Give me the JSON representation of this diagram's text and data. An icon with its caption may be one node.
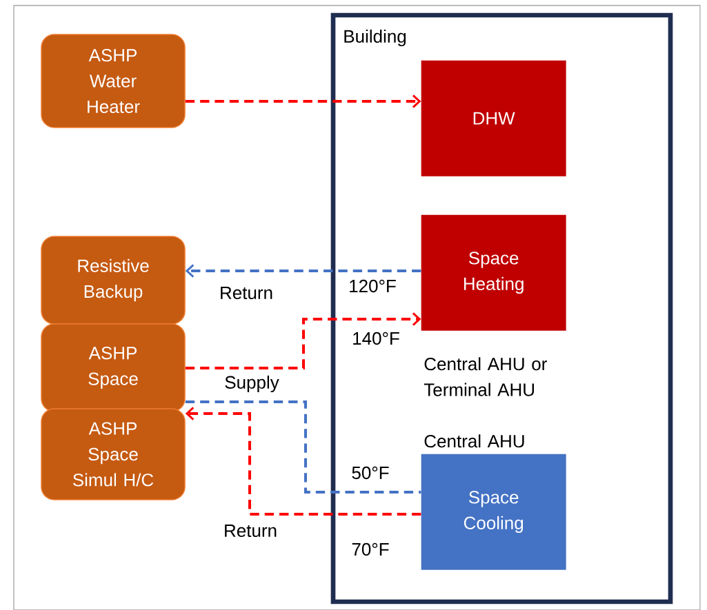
{
  "diagram": {
    "nodes": [
      {
        "text": [
          "ASHP Water Heater"
        ]
      },
      {
        "text": [
          "Resistive Backup"
        ]
      },
      {
        "text": [
          "ASHP Space"
        ]
      },
      {
        "text": [
          "ASHP Space Simul H/C"
        ]
      },
      {
        "text": [
          "Building"
        ]
      },
      {
        "text": [
          "DHW"
        ],
        "in": 4
      },
      {
        "text": [
          "Space Heating"
        ],
        "in": 4,
        "beside": [
          "Central AHU or Terminal AHU"
        ]
      },
      {
        "text": [
          "Space Cooling"
        ],
        "in": 4,
        "beside": [
          "Central AHU"
        ]
      }
    ],
    "edges": [
      {
        "from": 0,
        "to": 5,
        "arrow": "to",
        "style": "dashed"
      },
      {
        "from": 6,
        "to": 1,
        "arrow": "to",
        "style": "dashed",
        "color": "#4472c4",
        "label": "Return"
      },
      {
        "from": 2,
        "to": 6,
        "arrow": "to",
        "style": "dashed",
        "label": "Supply"
      },
      {
        "from": 2,
        "to": 7,
        "arrow": "none",
        "style": "dashed",
        "color": "#4472c4"
      },
      {
        "from": 7,
        "to": 3,
        "arrow": "to",
        "style": "dashed",
        "label": "Return"
      }
    ],
    "labels": [
      "120°F",
      "140°F",
      "50°F",
      "70°F"
    ]
  }
}
